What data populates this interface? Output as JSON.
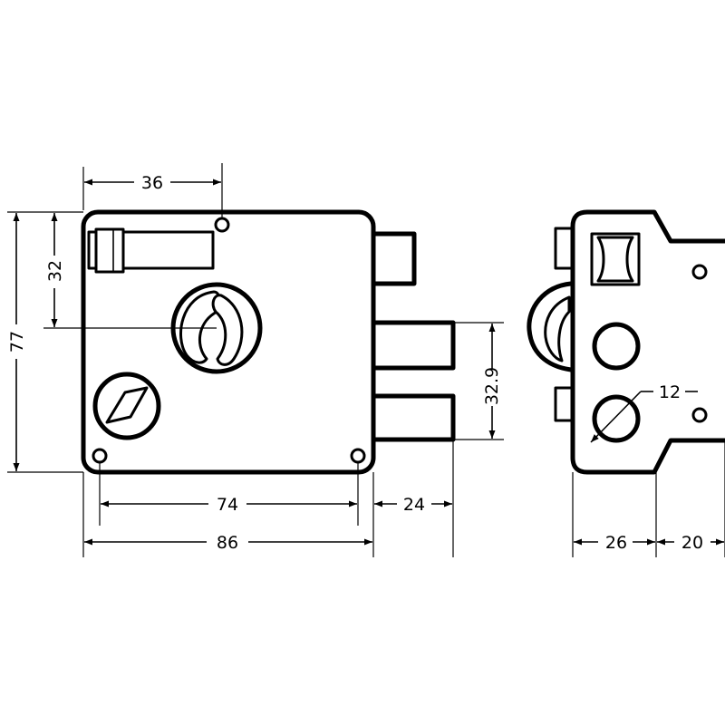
{
  "dimensions": {
    "top_width": "36",
    "left_upper_height": "32",
    "total_height": "77",
    "bolt_span": "32.9",
    "screw_spacing": "74",
    "bolt_projection": "24",
    "total_width": "86",
    "hole_diameter": "12",
    "side_body_depth": "26",
    "side_flange_depth": "20"
  }
}
